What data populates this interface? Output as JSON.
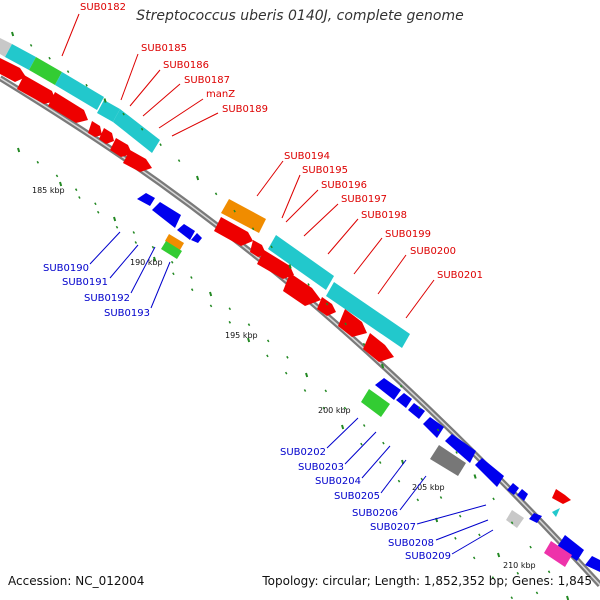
{
  "title": "Streptococcus uberis 0140J, complete genome",
  "footer": {
    "accession": "Accession: NC_012004",
    "summary": "Topology: circular; Length: 1,852,352 bp; Genes: 1,845"
  },
  "scale": {
    "tick_labels": [
      "185 kbp",
      "190 kbp",
      "195 kbp",
      "200 kbp",
      "205 kbp",
      "210 kbp"
    ]
  },
  "genes": {
    "forward": [
      "SUB0182",
      "SUB0185",
      "SUB0186",
      "SUB0187",
      "manZ",
      "SUB0189",
      "SUB0194",
      "SUB0195",
      "SUB0196",
      "SUB0197",
      "SUB0198",
      "SUB0199",
      "SUB0200",
      "SUB0201"
    ],
    "reverse": [
      "SUB0190",
      "SUB0191",
      "SUB0192",
      "SUB0193",
      "SUB0202",
      "SUB0203",
      "SUB0204",
      "SUB0205",
      "SUB0206",
      "SUB0207",
      "SUB0208",
      "SUB0209"
    ]
  },
  "colors": {
    "forward_label": "#dd0000",
    "reverse_label": "#0000cc",
    "red": "#ee0000",
    "blue": "#0000ee",
    "cyan": "#22c8cc",
    "green": "#33cc33",
    "orange": "#f08c00",
    "gray": "#777777",
    "lightgray": "#c8c8c8",
    "magenta": "#ee33aa",
    "backbone": "#888888",
    "dot": "#228822"
  }
}
